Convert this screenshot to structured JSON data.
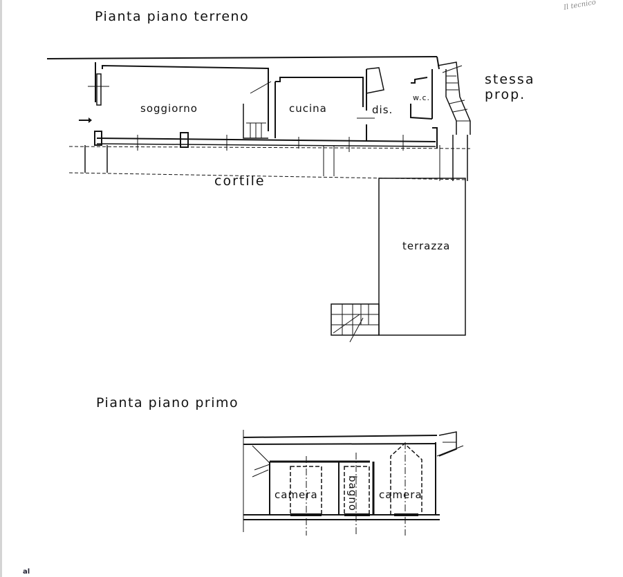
{
  "ground_floor": {
    "title": "Pianta piano terreno",
    "rooms": {
      "soggiorno": "soggiorno",
      "cucina": "cucina",
      "dis": "dis.",
      "wc": "w.c.",
      "cortile": "cortile",
      "terrazza": "terrazza"
    },
    "neighbor_note": [
      "stessa",
      "prop."
    ]
  },
  "first_floor": {
    "title": "Pianta piano primo",
    "rooms": {
      "camera_left": "camera",
      "bagno": "bagno",
      "camera_right": "camera"
    }
  },
  "signature": "Il tecnico",
  "corner_mark": "al",
  "colors": {
    "ink": "#111111",
    "paper": "#ffffff",
    "edge": "#d4d4d4"
  }
}
